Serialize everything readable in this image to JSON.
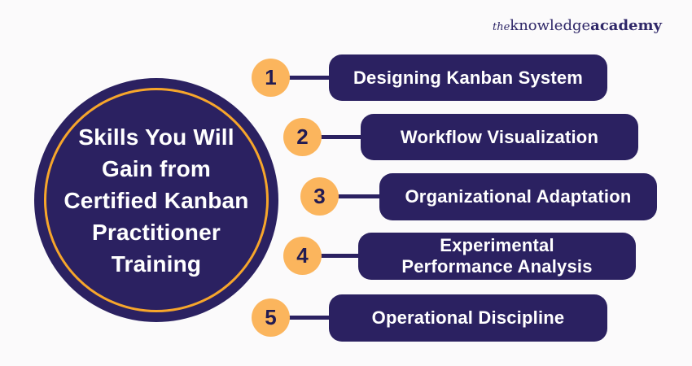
{
  "brand": {
    "logo_the": "the",
    "logo_knowledge": "knowledge",
    "logo_academy": "academy"
  },
  "title": "Skills You Will\nGain from\nCertified Kanban\nPractitioner\nTraining",
  "items": [
    {
      "number": "1",
      "label": "Designing Kanban System"
    },
    {
      "number": "2",
      "label": "Workflow Visualization"
    },
    {
      "number": "3",
      "label": "Organizational Adaptation"
    },
    {
      "number": "4",
      "label": "Experimental\nPerformance Analysis"
    },
    {
      "number": "5",
      "label": "Operational Discipline"
    }
  ],
  "colors": {
    "background": "#FBFAFB",
    "primary_purple": "#2B2161",
    "ring_orange": "#F7A62B",
    "badge_orange": "#FBB55D",
    "numeral_purple": "#221B52",
    "logo_purple": "#2F2768",
    "text_white": "#FFFFFF"
  }
}
